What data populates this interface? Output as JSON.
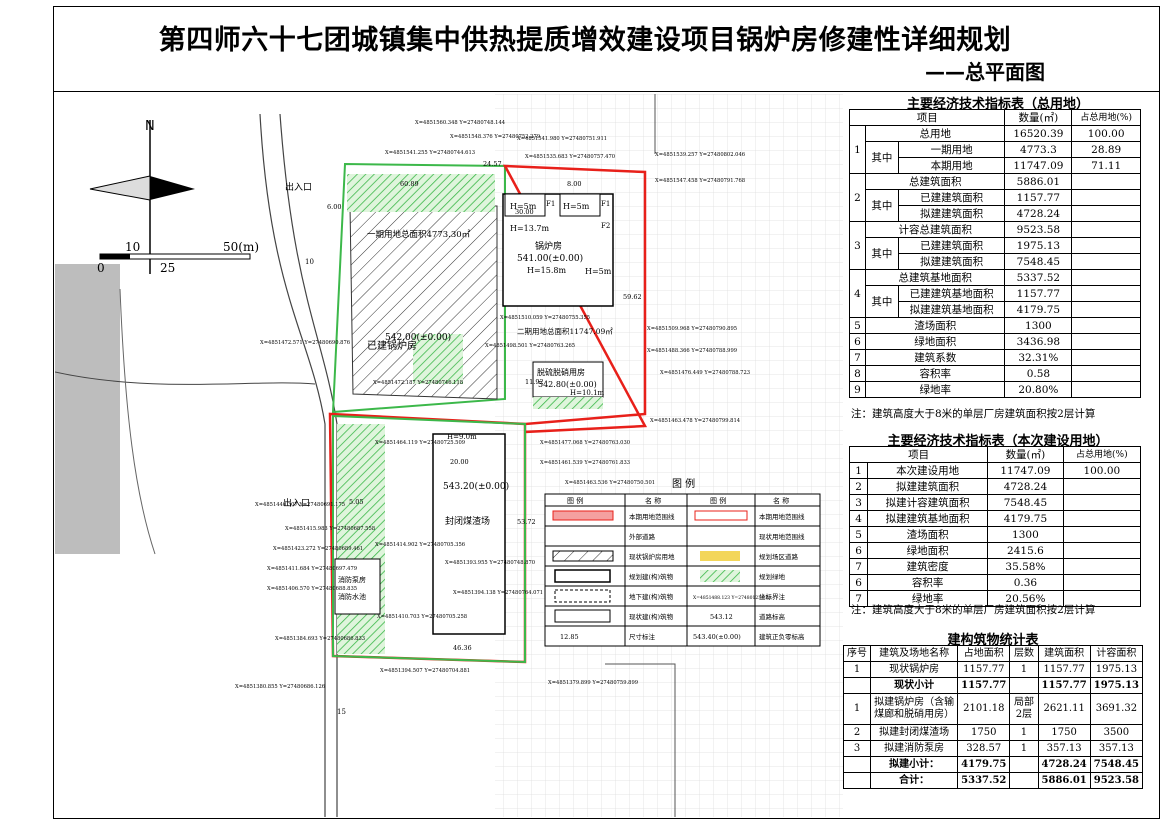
{
  "title": "第四师六十七团城镇集中供热提质增效建设项目锅炉房修建性详细规划",
  "subtitle": "——总平面图",
  "colors": {
    "site_red": "#e8201a",
    "green": "#3cb84a",
    "hatch_green": "#7fd07f",
    "light_red": "#f4a0a0",
    "gray": "#bfbfbf",
    "river_line": "#444444",
    "road": "#555555"
  },
  "map": {
    "north_label": "N",
    "scale_labels": [
      "10",
      "50(m)",
      "0",
      "25"
    ],
    "entrance_labels": [
      "出入口",
      "出入口"
    ],
    "road_labels": [
      "10",
      "15"
    ],
    "building_labels": {
      "boiler_room": "锅炉房",
      "boiler_elev": "541.00(±0.00)",
      "boiler_h": "H=15.8m",
      "boiler_h2": "H=13.7m",
      "h5a": "H=5m",
      "h5b": "H=5m",
      "h5c": "H=5m",
      "f1a": "F1",
      "f1b": "F1",
      "f2": "F2",
      "existing_plant": "已建锅炉房",
      "existing_elev": "542.00(±0.00)",
      "desulf": "脱硫脱硝用房",
      "desulf_elev": "542.80(±0.00)",
      "desulf_h": "H=10.1m",
      "coal_yard": "封闭煤渣场",
      "coal_elev": "543.20(±0.00)",
      "coal_h": "H=9.0m",
      "area1": "一期用地总面积4773.30㎡",
      "area2": "二期用地总面积11747.09㎡",
      "pump": "消防泵房",
      "pool": "消防水池"
    },
    "coords": [
      "X=4851560.348 Y=27480748.144",
      "X=4851548.376 Y=27480752.279",
      "X=4851541.255 Y=27480744.613",
      "X=4851541.980 Y=27480751.911",
      "X=4851535.683 Y=27480757.470",
      "X=4851539.257 Y=27480802.046",
      "X=4851547.458 Y=27480791.768",
      "X=4851472.571 Y=27480690.876",
      "X=4851510.059 Y=27480755.355",
      "X=4851498.501 Y=27480763.265",
      "X=4851509.968 Y=27480790.895",
      "X=4851488.366 Y=27480788.999",
      "X=4851476.449 Y=27480788.723",
      "X=4851472.187 Y=27480746.118",
      "X=4851464.119 Y=27480725.509",
      "X=4851477.068 Y=27480763.030",
      "X=4851463.478 Y=27480799.814",
      "X=4851461.539 Y=27480761.833",
      "X=4851463.536 Y=27480750.501",
      "X=4851440.307 Y=27480691.175",
      "X=4851415.983 Y=27480687.558",
      "X=4851423.272 Y=27480689.461",
      "X=4851411.684 Y=27480697.479",
      "X=4851414.902 Y=27480705.356",
      "X=4851393.955 Y=27480748.870",
      "X=4851406.570 Y=27480688.835",
      "X=4851394.138 Y=27480764.071",
      "X=4851410.703 Y=27480705.258",
      "X=4851384.693 Y=27480686.833",
      "X=4851394.507 Y=27480704.881",
      "X=4851379.899 Y=27480759.899",
      "X=4851380.855 Y=27480686.126"
    ],
    "dims": [
      "60.89",
      "6.00",
      "5.05",
      "24.57",
      "59.62",
      "20.00",
      "11.92",
      "30.00",
      "53.72",
      "46.36",
      "12.85",
      "8.00"
    ],
    "legend": {
      "title": "图 例",
      "headers": [
        "图 例",
        "名 称",
        "图 例",
        "名 称"
      ],
      "rows": [
        [
          "本期用地范围线",
          "本期用地范围线"
        ],
        [
          "外部道路",
          "现状用地范围线"
        ],
        [
          "现状锅炉房用地",
          "规划场区道路"
        ],
        [
          "规划建(构)筑物",
          "规划绿地"
        ],
        [
          "地下建(构)筑物",
          "坐标界注"
        ],
        [
          "现状建(构)筑物",
          "道路标高"
        ],
        [
          "尺寸标注",
          "建筑正负零标高"
        ]
      ],
      "samples": [
        "12.85",
        "543.40(±0.00)",
        "X=4851488.123 Y=27480123.123",
        "543.12"
      ]
    }
  },
  "table1": {
    "title": "主要经济技术指标表（总用地）",
    "headers": [
      "项目",
      "数量(㎡)",
      "占总用地(%)"
    ],
    "rows": [
      {
        "no": "1",
        "label": "总用地",
        "sub": [
          {
            "label": "一期用地",
            "qty": "4773.3",
            "pct": "28.89"
          },
          {
            "label": "本期用地",
            "qty": "11747.09",
            "pct": "71.11"
          }
        ],
        "qty": "16520.39",
        "pct": "100.00",
        "qi": "其中"
      },
      {
        "no": "2",
        "label": "总建筑面积",
        "sub": [
          {
            "label": "已建建筑面积",
            "qty": "1157.77",
            "pct": ""
          },
          {
            "label": "拟建建筑面积",
            "qty": "4728.24",
            "pct": ""
          }
        ],
        "qty": "5886.01",
        "pct": "",
        "qi": "其中"
      },
      {
        "no": "3",
        "label": "计容总建筑面积",
        "sub": [
          {
            "label": "已建建筑面积",
            "qty": "1975.13",
            "pct": ""
          },
          {
            "label": "拟建建筑面积",
            "qty": "7548.45",
            "pct": ""
          }
        ],
        "qty": "9523.58",
        "pct": "",
        "qi": "其中"
      },
      {
        "no": "4",
        "label": "总建筑基地面积",
        "sub": [
          {
            "label": "已建建筑基地面积",
            "qty": "1157.77",
            "pct": ""
          },
          {
            "label": "拟建建筑基地面积",
            "qty": "4179.75",
            "pct": ""
          }
        ],
        "qty": "5337.52",
        "pct": "",
        "qi": "其中"
      }
    ],
    "simple": [
      {
        "no": "5",
        "label": "渣场面积",
        "qty": "1300"
      },
      {
        "no": "6",
        "label": "绿地面积",
        "qty": "3436.98"
      },
      {
        "no": "7",
        "label": "建筑系数",
        "qty": "32.31%"
      },
      {
        "no": "8",
        "label": "容积率",
        "qty": "0.58"
      },
      {
        "no": "9",
        "label": "绿地率",
        "qty": "20.80%"
      }
    ],
    "note": "注：建筑高度大于8米的单层厂房建筑面积按2层计算"
  },
  "table2": {
    "title": "主要经济技术指标表（本次建设用地）",
    "headers": [
      "项目",
      "数量(㎡)",
      "占总用地(%)"
    ],
    "rows": [
      {
        "no": "1",
        "label": "本次建设用地",
        "qty": "11747.09",
        "pct": "100.00"
      },
      {
        "no": "2",
        "label": "拟建建筑面积",
        "qty": "4728.24",
        "pct": ""
      },
      {
        "no": "3",
        "label": "拟建计容建筑面积",
        "qty": "7548.45",
        "pct": ""
      },
      {
        "no": "4",
        "label": "拟建建筑基地面积",
        "qty": "4179.75",
        "pct": ""
      },
      {
        "no": "5",
        "label": "渣场面积",
        "qty": "1300",
        "pct": ""
      },
      {
        "no": "6",
        "label": "绿地面积",
        "qty": "2415.6",
        "pct": ""
      },
      {
        "no": "7",
        "label": "建筑密度",
        "qty": "35.58%",
        "pct": ""
      },
      {
        "no": "6",
        "label": "容积率",
        "qty": "0.36",
        "pct": ""
      },
      {
        "no": "7",
        "label": "绿地率",
        "qty": "20.56%",
        "pct": ""
      }
    ],
    "note": "注：建筑高度大于8米的单层厂房建筑面积按2层计算"
  },
  "table3": {
    "title": "建构筑物统计表",
    "headers": [
      "序号",
      "建筑及场地名称",
      "占地面积",
      "层数",
      "建筑面积",
      "计容面积"
    ],
    "rows": [
      {
        "no": "1",
        "name": "现状锅炉房",
        "area": "1157.77",
        "floors": "1",
        "barea": "1157.77",
        "carea": "1975.13"
      },
      {
        "no": "",
        "name": "现状小计",
        "area": "1157.77",
        "floors": "",
        "barea": "1157.77",
        "carea": "1975.13",
        "bold": true
      },
      {
        "no": "1",
        "name": "拟建锅炉房（含输煤廊和脱硝用房）",
        "area": "2101.18",
        "floors": "局部2层",
        "barea": "2621.11",
        "carea": "3691.32"
      },
      {
        "no": "2",
        "name": "拟建封闭煤渣场",
        "area": "1750",
        "floors": "1",
        "barea": "1750",
        "carea": "3500"
      },
      {
        "no": "3",
        "name": "拟建消防泵房",
        "area": "328.57",
        "floors": "1",
        "barea": "357.13",
        "carea": "357.13"
      },
      {
        "no": "",
        "name": "拟建小计：",
        "area": "4179.75",
        "floors": "",
        "barea": "4728.24",
        "carea": "7548.45",
        "bold": true
      },
      {
        "no": "",
        "name": "合计：",
        "area": "5337.52",
        "floors": "",
        "barea": "5886.01",
        "carea": "9523.58",
        "bold": true
      }
    ]
  }
}
